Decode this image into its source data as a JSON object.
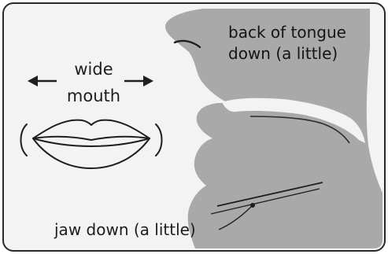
{
  "labels": {
    "tongue_line1": "back of tongue",
    "tongue_line2": "down (a little)",
    "wide_line1": "wide",
    "wide_line2": "mouth",
    "jaw": "jaw down (a little)"
  },
  "colors": {
    "background": "#f3f3f3",
    "head_fill": "#a9a9a9",
    "frame_border": "#2a2a2a",
    "ink": "#1d1d1d"
  },
  "icons": {
    "left_arrow": "arrow-left-icon",
    "right_arrow": "arrow-right-icon",
    "lips": "wide-lips-icon",
    "head": "head-cross-section-icon"
  }
}
